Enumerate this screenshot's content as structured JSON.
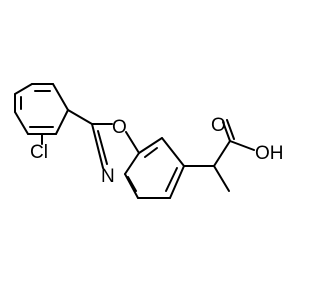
{
  "structure": {
    "atoms": {
      "cl": "Cl",
      "o_ring": "O",
      "n_ring": "N",
      "oh": "OH",
      "o_carbonyl": "O"
    }
  }
}
